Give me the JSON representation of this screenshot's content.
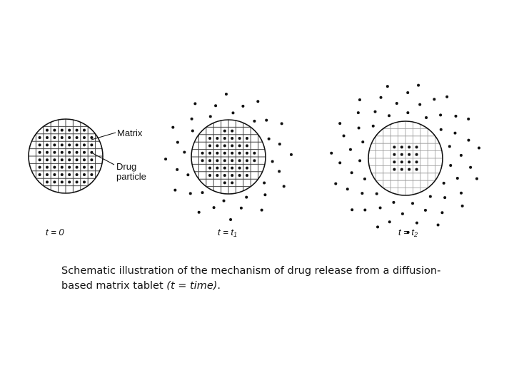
{
  "labels": {
    "matrix": "Matrix",
    "drug_line1": "Drug",
    "drug_line2": "particle"
  },
  "time_labels": [
    {
      "base": "t = 0",
      "sub": ""
    },
    {
      "base": "t = t",
      "sub": "1"
    },
    {
      "base": "t = t",
      "sub": "2"
    }
  ],
  "caption": {
    "main": "Schematic illustration of the mechanism of drug release from a diffusion-based matrix tablet ",
    "italic": "(t = time)",
    "end": "."
  },
  "colors": {
    "ink": "#111111",
    "grid": "#444444",
    "faint_grid": "#9a9a9a"
  }
}
